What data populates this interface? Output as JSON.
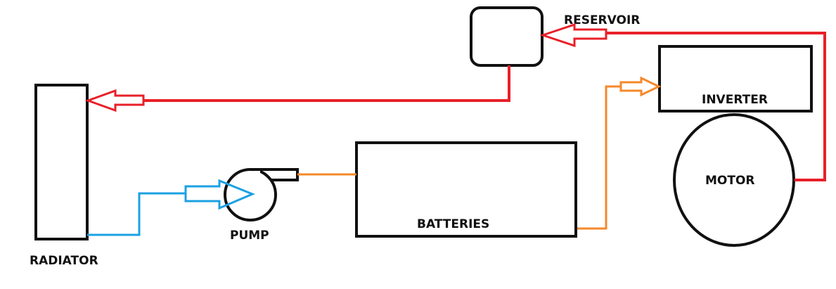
{
  "labels": {
    "radiator": "RADIATOR",
    "pump": "PUMP",
    "batteries": "BATTERIES",
    "reservoir": "RESERVOIR",
    "inverter": "INVERTER",
    "motor": "MOTOR"
  },
  "colors": {
    "hot_line": "#e8202a",
    "warm_line": "#f5892b",
    "cold_line": "#1ba1e2",
    "outline": "#111111"
  }
}
